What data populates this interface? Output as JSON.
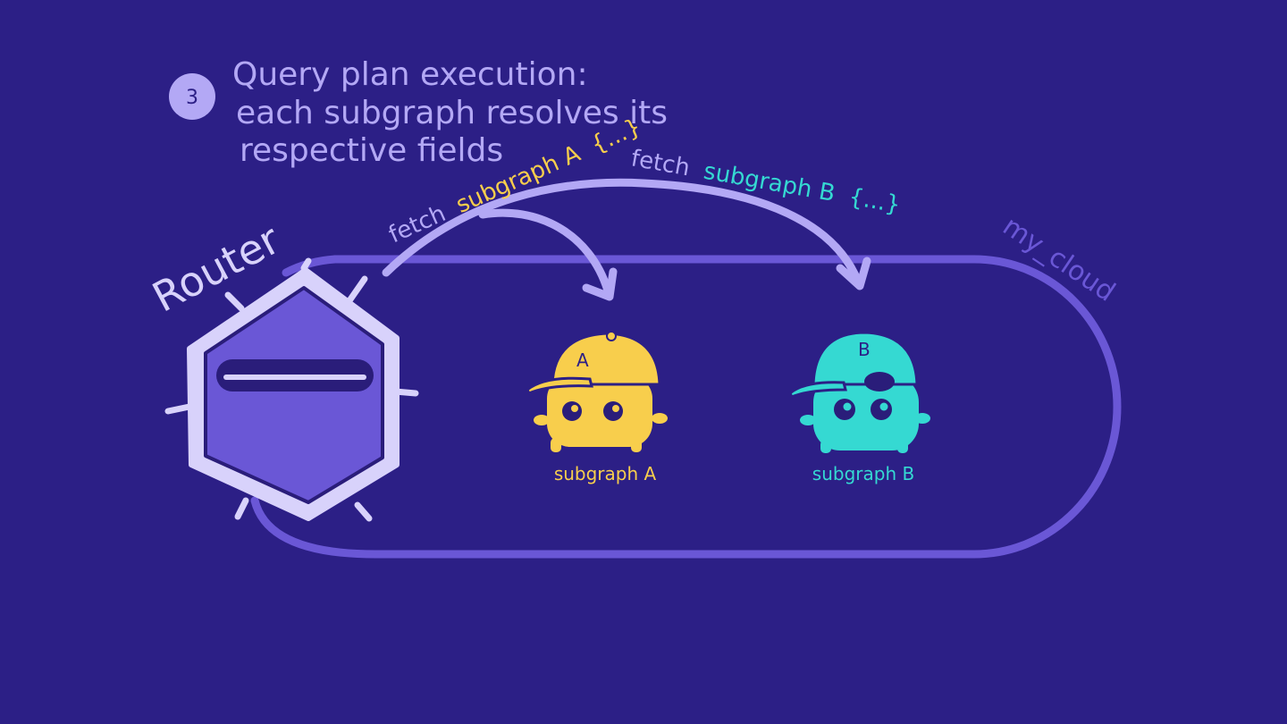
{
  "step": {
    "number": "3",
    "title_lines": [
      "Query plan execution:",
      "each subgraph resolves its",
      "respective fields"
    ]
  },
  "router": {
    "label": "Router"
  },
  "cloud": {
    "label": "my_cloud"
  },
  "fetch_a": {
    "verb": "fetch",
    "target": "subgraph A",
    "body": "{...}"
  },
  "fetch_b": {
    "verb": "fetch",
    "target": "subgraph B",
    "body": "{...}"
  },
  "subgraph_a": {
    "label": "subgraph A",
    "cap_letter": "A"
  },
  "subgraph_b": {
    "label": "subgraph B",
    "cap_letter": "B"
  },
  "colors": {
    "background": "#2c1f86",
    "lavender": "#b3a8f5",
    "cloud_outline": "#6a57d6",
    "router_fill": "#6a57d6",
    "router_outline": "#d8d2fb",
    "yellow": "#f8ce4c",
    "teal": "#35d9d2",
    "dark_navy": "#2a1d7a"
  }
}
